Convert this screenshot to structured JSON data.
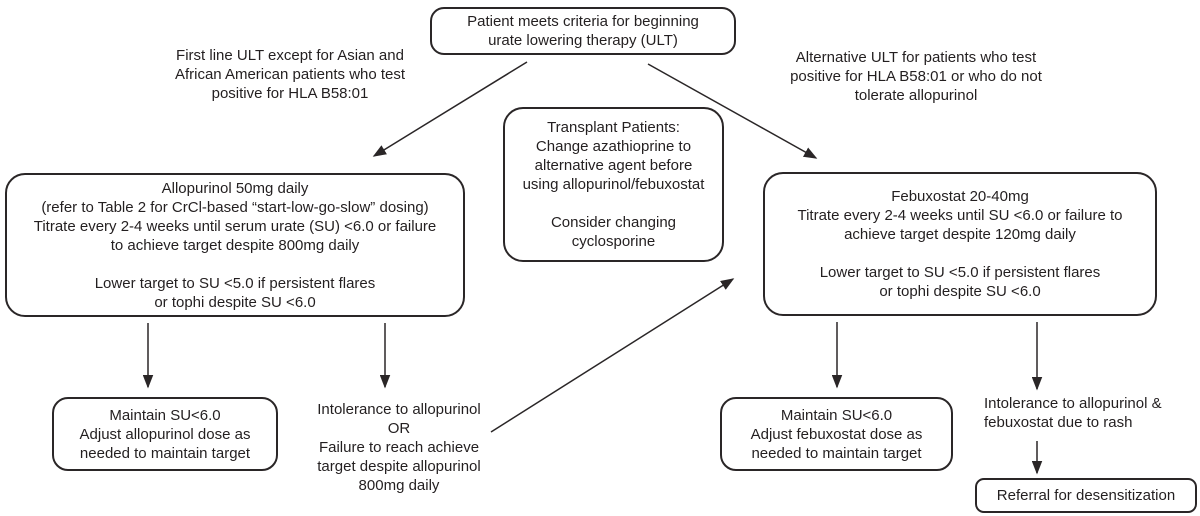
{
  "title": "Urate lowering therapy (ULT) treatment flowchart",
  "colors": {
    "background": "#ffffff",
    "text": "#231f20",
    "box_border": "#2a2627",
    "arrow": "#2a2627"
  },
  "nodes": {
    "start": "Patient meets criteria for beginning\nurate lowering therapy (ULT)",
    "first_line_label": "First line ULT except for Asian and\nAfrican American patients who test\npositive for HLA B58:01",
    "alternative_label": "Alternative ULT for patients who test\npositive for HLA B58:01 or who do not\ntolerate allopurinol",
    "transplant": "Transplant Patients:\nChange azathioprine to\nalternative agent before\nusing allopurinol/febuxostat\n\nConsider changing\ncyclosporine",
    "allopurinol": "Allopurinol 50mg daily\n(refer to Table 2 for CrCl-based “start-low-go-slow” dosing)\nTitrate every 2-4 weeks until serum urate (SU) <6.0 or failure\nto achieve target despite 800mg daily\n\nLower target to SU <5.0 if persistent flares\nor tophi despite SU <6.0",
    "febuxostat": "Febuxostat 20-40mg\nTitrate every 2-4 weeks until SU <6.0 or failure to\nachieve target despite 120mg daily\n\nLower target to SU <5.0 if persistent flares\nor tophi despite SU <6.0",
    "maintain_allopurinol": "Maintain SU<6.0\nAdjust allopurinol dose as\nneeded to maintain target",
    "intolerance_allopurinol": "Intolerance to allopurinol\nOR\nFailure to reach achieve\ntarget despite allopurinol\n800mg daily",
    "maintain_febuxostat": "Maintain SU<6.0\nAdjust febuxostat dose as\nneeded to maintain target",
    "intolerance_both": "Intolerance to allopurinol &\nfebuxostat due to rash",
    "referral": "Referral for desensitization"
  }
}
